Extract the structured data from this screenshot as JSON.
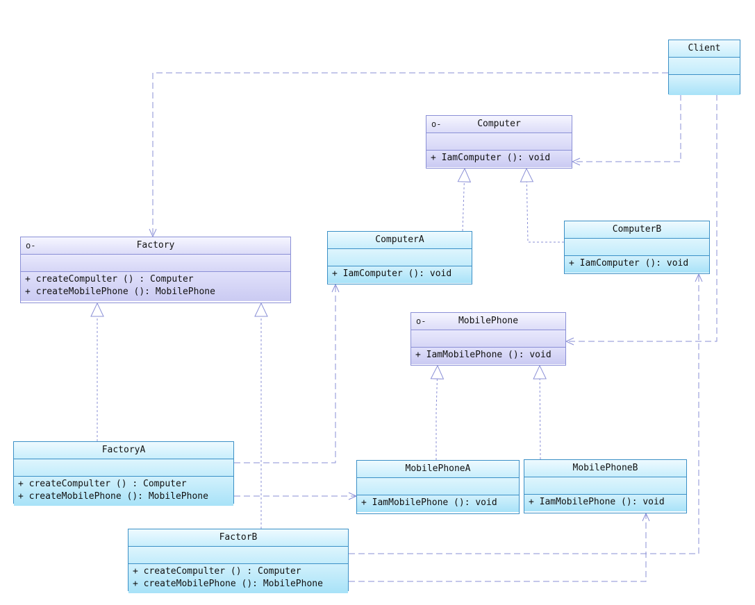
{
  "classes": {
    "client": {
      "name": "Client"
    },
    "computer": {
      "name": "Computer",
      "stereo_icon": "o-",
      "ops": [
        "+  IamComputer (): void"
      ]
    },
    "factory": {
      "name": "Factory",
      "stereo_icon": "o-",
      "ops": [
        "+  createCompulter ()  : Computer",
        "+  createMobilePhone (): MobilePhone"
      ]
    },
    "computer_a": {
      "name": "ComputerA",
      "ops": [
        "+  IamComputer (): void"
      ]
    },
    "computer_b": {
      "name": "ComputerB",
      "ops": [
        "+  IamComputer (): void"
      ]
    },
    "mobile_phone": {
      "name": "MobilePhone",
      "stereo_icon": "o-",
      "ops": [
        "+  IamMobilePhone (): void"
      ]
    },
    "factory_a": {
      "name": "FactoryA",
      "ops": [
        "+  createCompulter ()  : Computer",
        "+  createMobilePhone (): MobilePhone"
      ]
    },
    "mobile_phone_a": {
      "name": "MobilePhoneA",
      "ops": [
        "+  IamMobilePhone (): void"
      ]
    },
    "mobile_phone_b": {
      "name": "MobilePhoneB",
      "ops": [
        "+  IamMobilePhone (): void"
      ]
    },
    "factor_b": {
      "name": "FactorB",
      "ops": [
        "+  createCompulter ()  : Computer",
        "+  createMobilePhone (): MobilePhone"
      ]
    }
  },
  "colors": {
    "line": "#8a8fd6",
    "class_border": "#3a8fc6",
    "interface_border": "#8a8fd6"
  }
}
